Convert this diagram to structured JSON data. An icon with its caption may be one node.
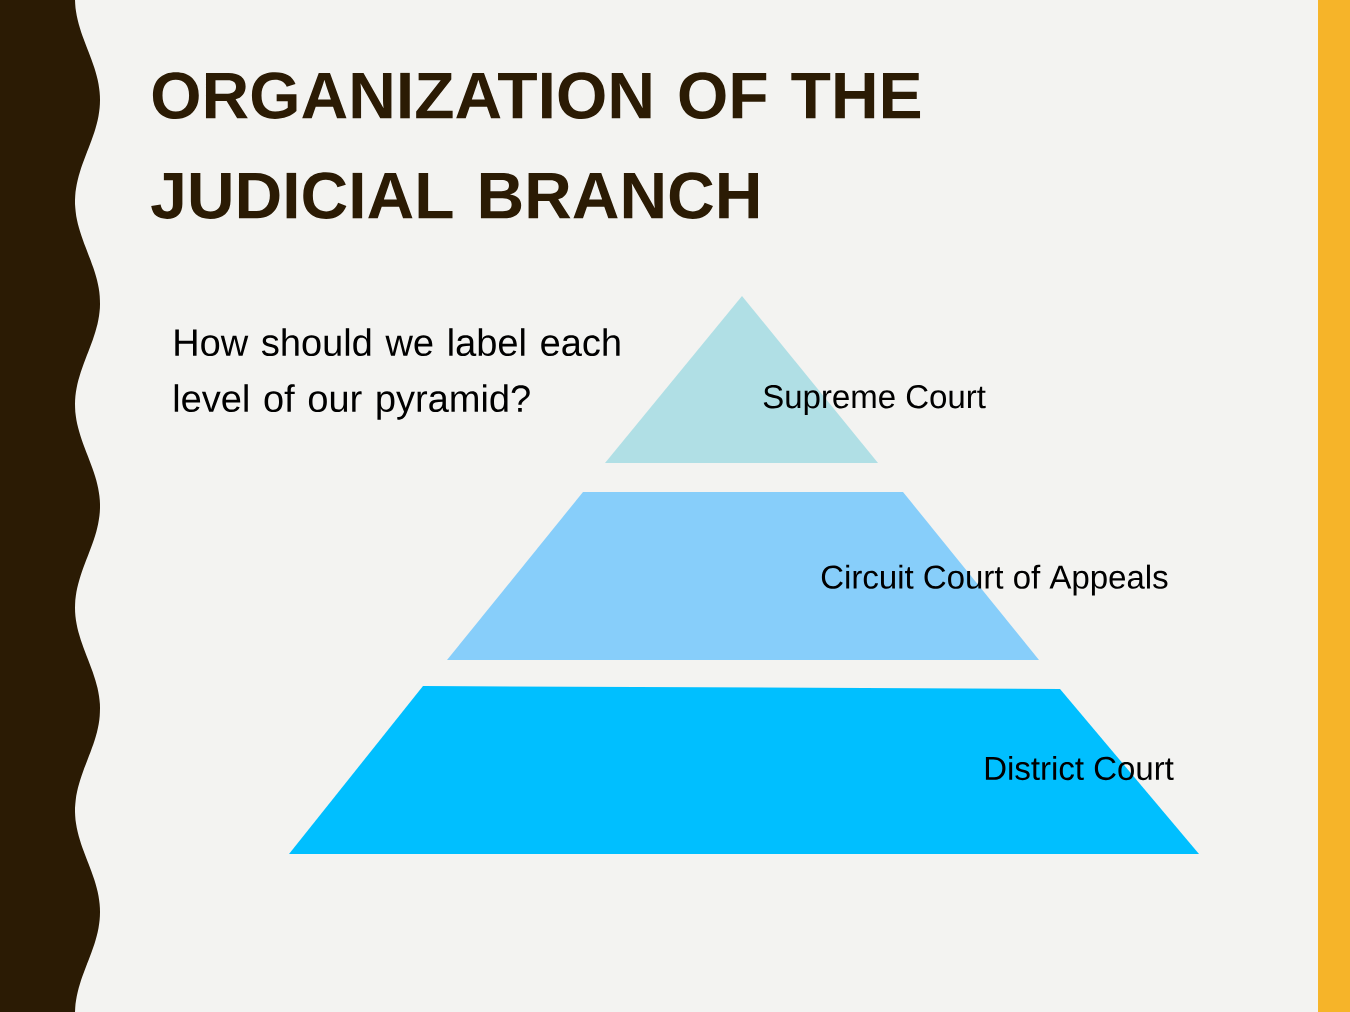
{
  "diagram": {
    "title": "ORGANIZATION OF THE JUDICIAL BRANCH",
    "nodes": [
      {
        "text": [
          "Supreme Court"
        ]
      },
      {
        "text": [
          "Circuit Court of Appeals"
        ]
      },
      {
        "text": [
          "District Court"
        ]
      }
    ],
    "labels": [
      "How should we label each level of our pyramid?"
    ]
  }
}
